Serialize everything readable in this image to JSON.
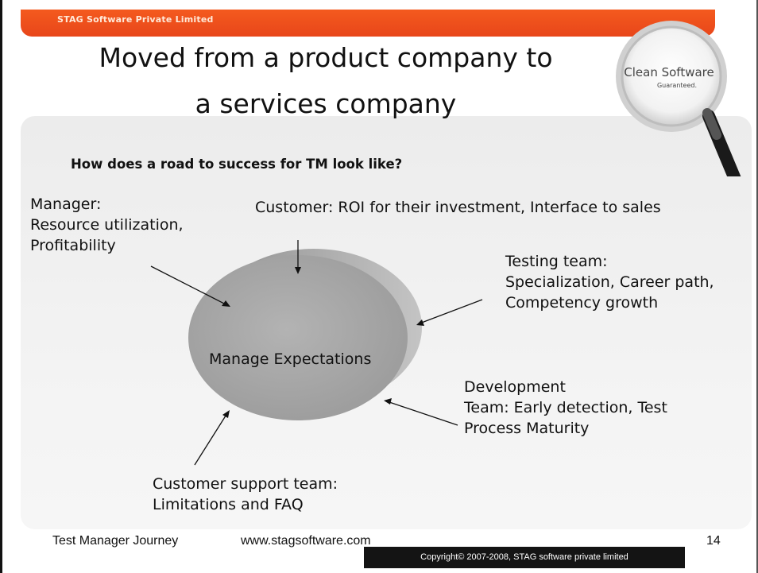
{
  "header": {
    "company": "STAG Software Private Limited",
    "logo_line1": "Clean Software",
    "logo_line2": "Guaranteed.",
    "logo_icon": "magnifying-glass-icon"
  },
  "slide": {
    "title_line1": "Moved from a product company to",
    "title_line2": "a services company",
    "question": "How does a road to success for TM look like?",
    "center_label": "Manage Expectations"
  },
  "stakeholders": {
    "manager": [
      "Manager:",
      "Resource utilization,",
      "Profitability"
    ],
    "customer": [
      "Customer: ROI for their investment, Interface to sales"
    ],
    "testing": [
      "Testing team:",
      "Specialization, Career path,",
      "Competency growth"
    ],
    "development": [
      "Development",
      "Team: Early detection, Test",
      "Process Maturity"
    ],
    "support": [
      "Customer support team:",
      "Limitations and FAQ"
    ]
  },
  "footer": {
    "left": "Test Manager Journey",
    "url": "www.stagsoftware.com",
    "page": "14",
    "copyright": "Copyright© 2007-2008, STAG software private limited"
  },
  "colors": {
    "accent": "#e8461a",
    "ellipse": "#a6a6a6",
    "copyright_bg": "#141414"
  }
}
